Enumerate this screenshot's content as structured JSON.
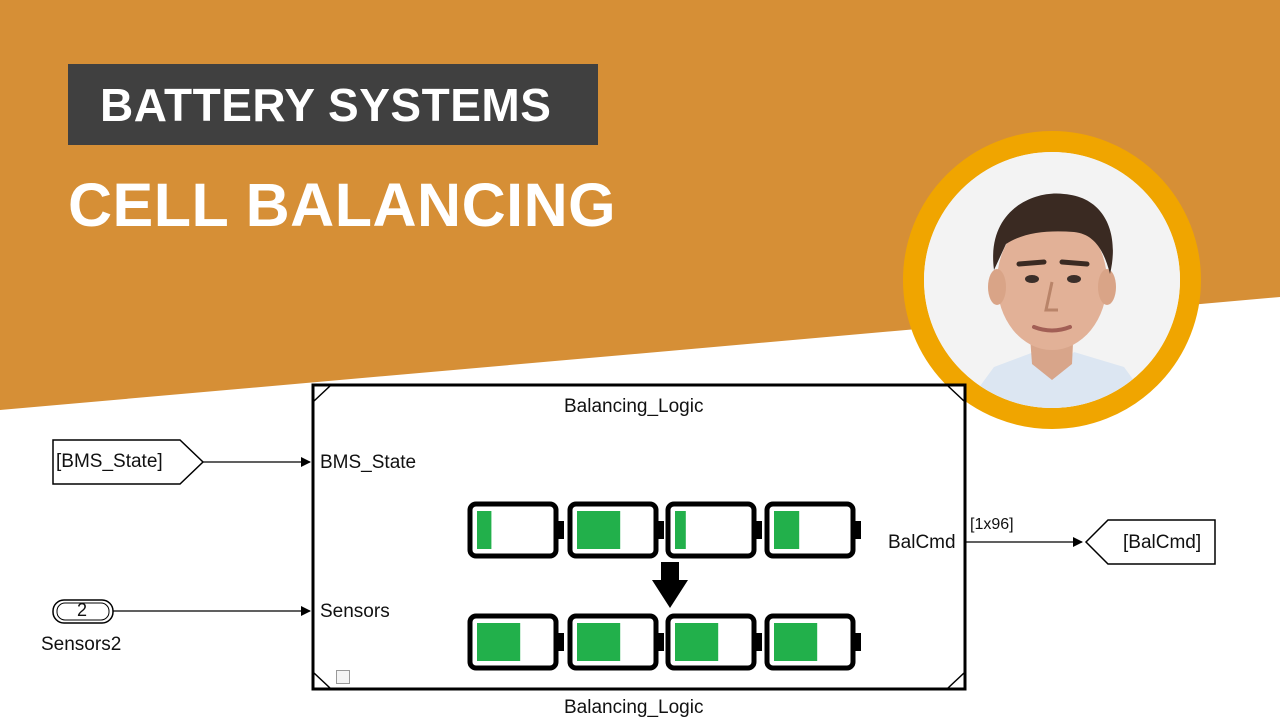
{
  "header": {
    "badge_text": "BATTERY SYSTEMS",
    "title": "CELL BALANCING"
  },
  "colors": {
    "accent": "#d68f36",
    "badge": "#404040",
    "portrait_ring": "#f0a500",
    "cell_fill": "#22b04b"
  },
  "diagram": {
    "subsystem": {
      "name_top": "Balancing_Logic",
      "name_bottom": "Balancing_Logic",
      "inputs": [
        "BMS_State",
        "Sensors"
      ],
      "output": "BalCmd"
    },
    "goto_from": {
      "bms_state_tag": "[BMS_State]",
      "balcmd_tag": "[BalCmd]"
    },
    "inport": {
      "number": "2",
      "name": "Sensors2"
    },
    "signal_dimension": "[1x96]",
    "cells_before": [
      0.2,
      0.6,
      0.15,
      0.35
    ],
    "cells_after": [
      0.6,
      0.6,
      0.6,
      0.6
    ],
    "cells_caption": "",
    "icons": [
      "down-arrow-icon",
      "subsystem-icon"
    ]
  }
}
